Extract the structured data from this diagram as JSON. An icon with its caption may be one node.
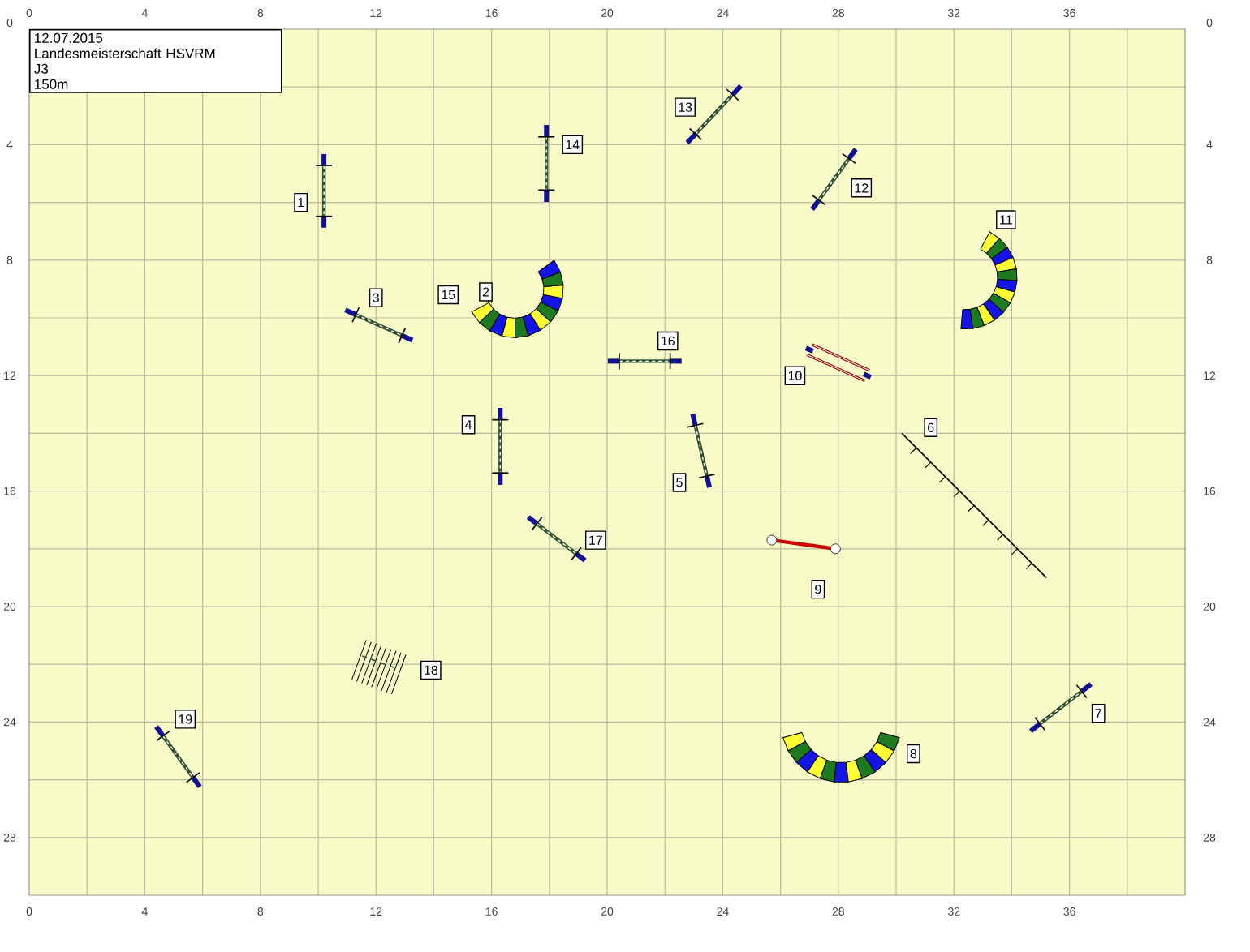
{
  "diagram": {
    "nodes": [
      {
        "text": [
          "12.07.2015",
          "Landesmeisterschaft HSVRM",
          "J3",
          "150m"
        ]
      },
      {
        "text": [
          "1"
        ]
      },
      {
        "text": [
          "2"
        ]
      },
      {
        "text": [
          "3"
        ]
      },
      {
        "text": [
          "4"
        ]
      },
      {
        "text": [
          "5"
        ]
      },
      {
        "text": [
          "6"
        ]
      },
      {
        "text": [
          "7"
        ]
      },
      {
        "text": [
          "8"
        ]
      },
      {
        "text": [
          "9"
        ]
      },
      {
        "text": [
          "10"
        ]
      },
      {
        "text": [
          "11"
        ]
      },
      {
        "text": [
          "12"
        ]
      },
      {
        "text": [
          "13"
        ]
      },
      {
        "text": [
          "14"
        ]
      },
      {
        "text": [
          "15"
        ]
      },
      {
        "text": [
          "16"
        ]
      },
      {
        "text": [
          "17"
        ]
      },
      {
        "text": [
          "18"
        ]
      },
      {
        "text": [
          "19"
        ]
      }
    ],
    "labels": [
      "0",
      "4",
      "8",
      "12",
      "16",
      "20",
      "24",
      "28",
      "32",
      "36",
      "0",
      "4",
      "8",
      "12",
      "16",
      "20",
      "24",
      "28",
      "0",
      "4",
      "8",
      "12",
      "16",
      "20",
      "24",
      "28",
      "0",
      "4",
      "8",
      "12",
      "16",
      "20",
      "24",
      "28",
      "32",
      "36"
    ]
  }
}
